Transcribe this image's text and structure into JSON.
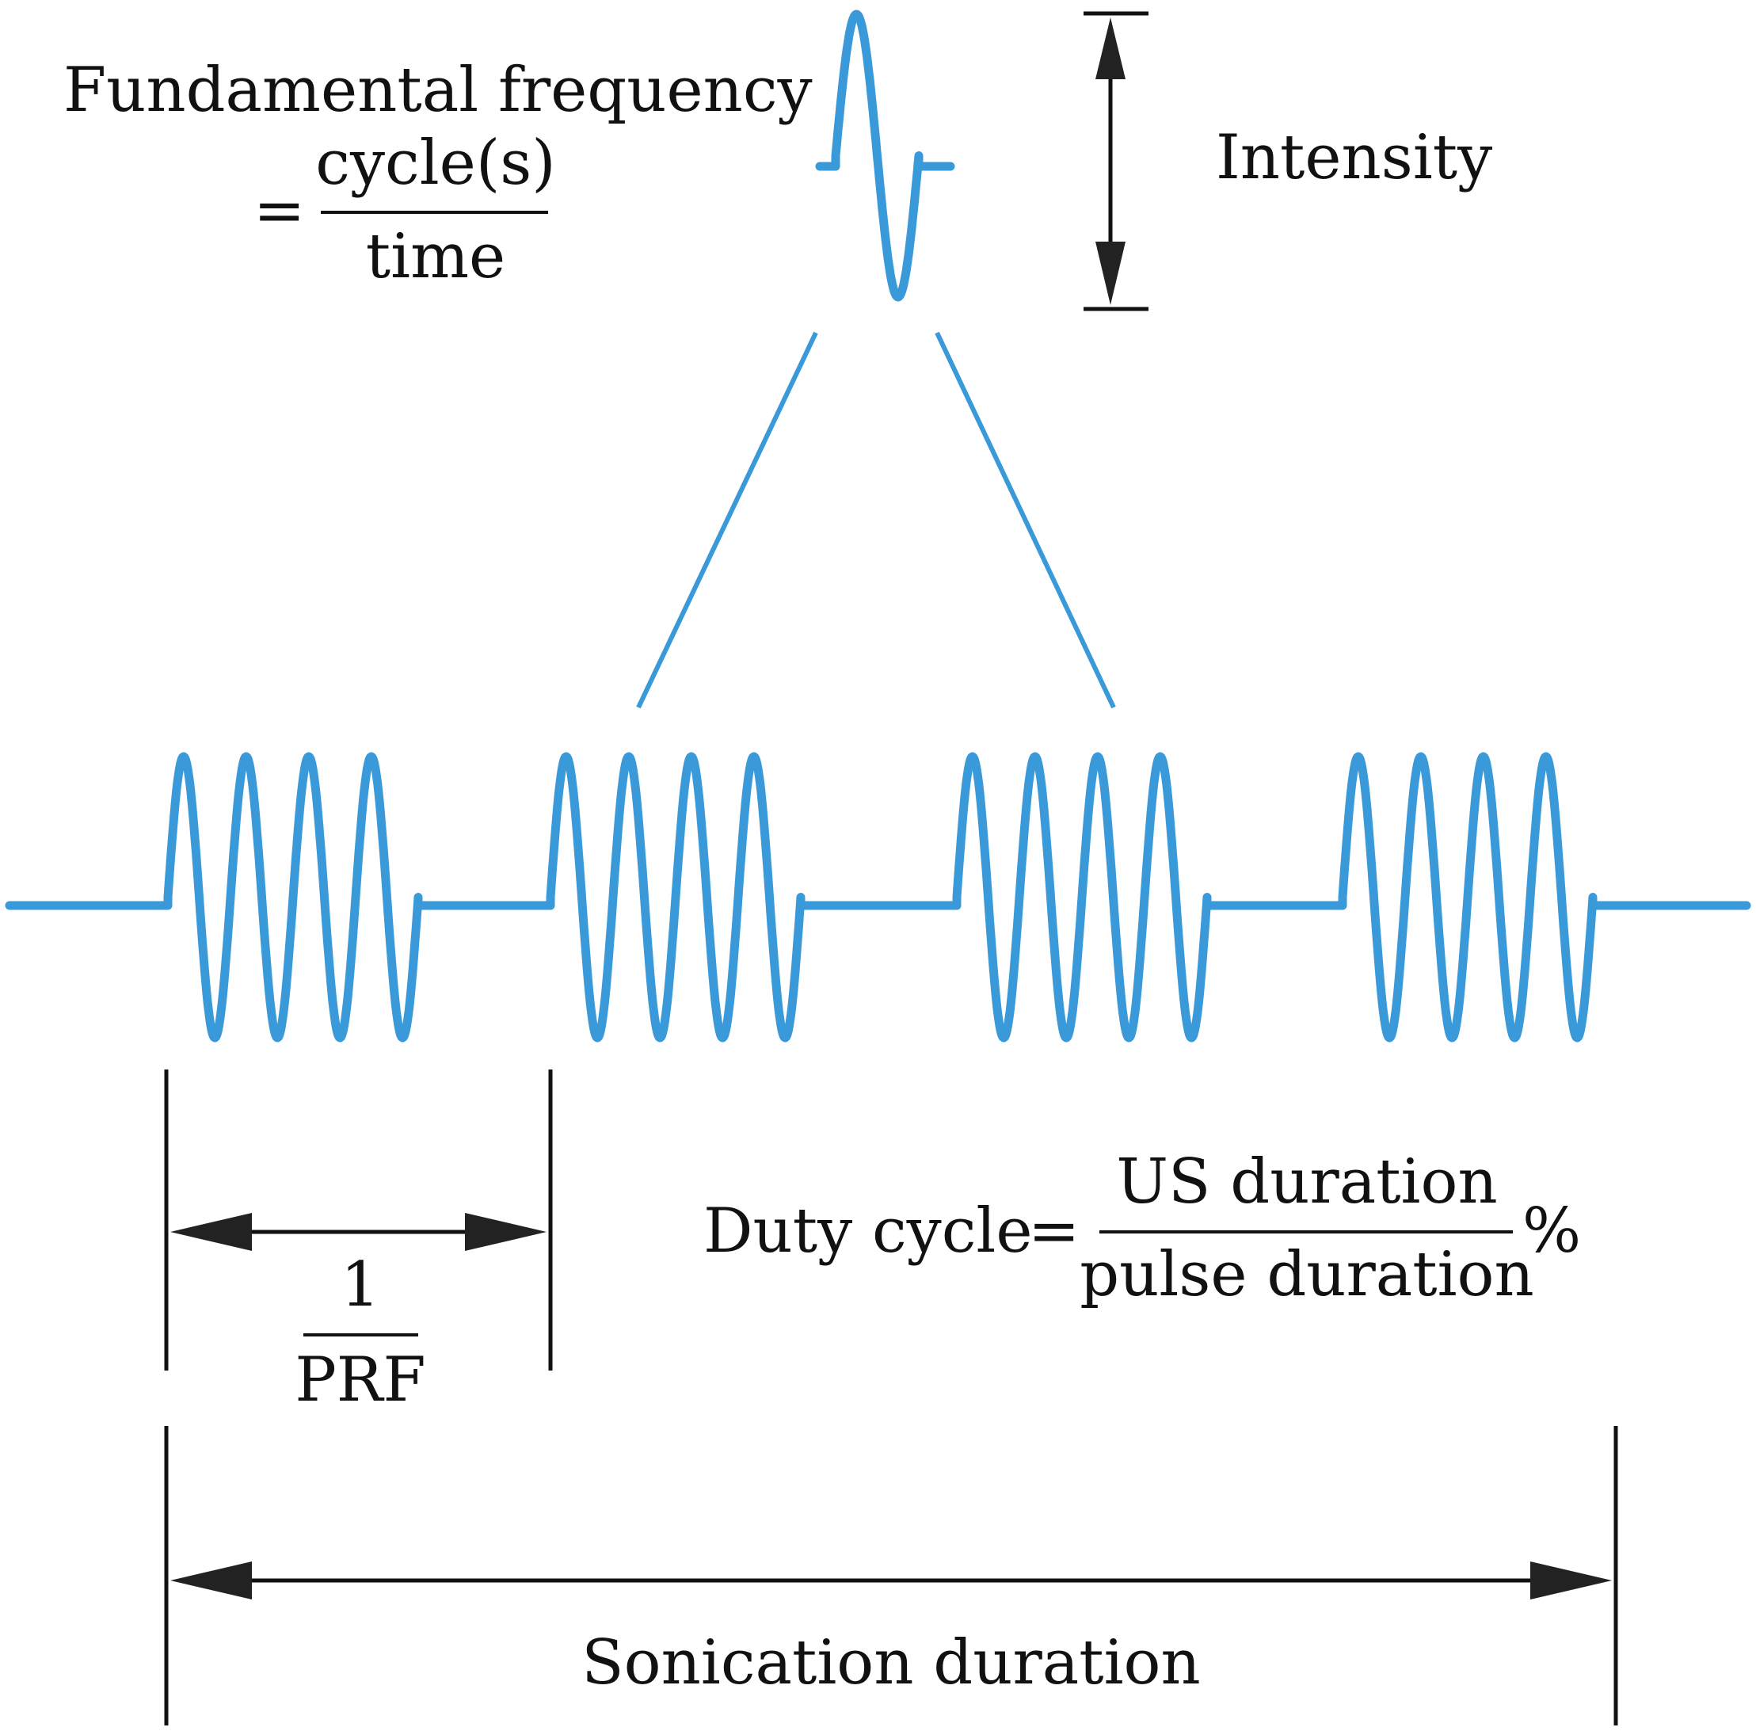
{
  "colors": {
    "wave": "#3a9ad9",
    "ink": "#111111",
    "background": "#ffffff"
  },
  "fundamental": {
    "label": "Fundamental frequency",
    "equals": "=",
    "numerator": "cycle(s)",
    "denominator": "time"
  },
  "intensity": {
    "label": "Intensity"
  },
  "pulse_train": {
    "pulse_count": 4,
    "cycles_per_pulse": 4
  },
  "prf": {
    "numerator": "1",
    "denominator": "PRF"
  },
  "duty_cycle": {
    "label": "Duty cycle",
    "equals": "=",
    "numerator": "US duration",
    "denominator": "pulse duration",
    "unit": "%"
  },
  "sonication": {
    "label": "Sonication duration"
  }
}
